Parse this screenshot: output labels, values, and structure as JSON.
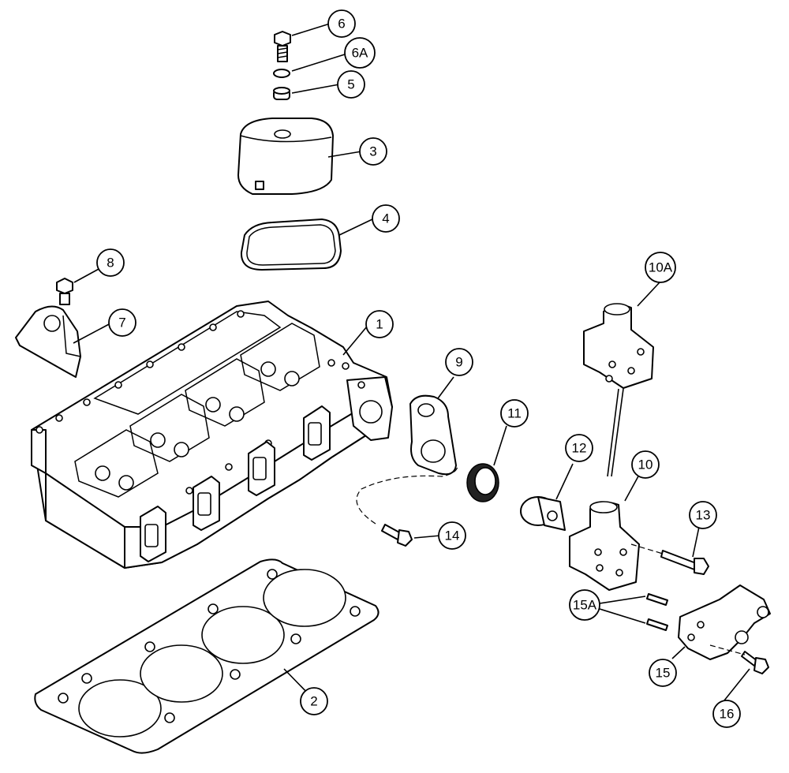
{
  "callouts": {
    "c1": "1",
    "c2": "2",
    "c3": "3",
    "c4": "4",
    "c5": "5",
    "c6": "6",
    "c6a": "6A",
    "c7": "7",
    "c8": "8",
    "c9": "9",
    "c10": "10",
    "c10a": "10A",
    "c11": "11",
    "c12": "12",
    "c13": "13",
    "c14": "14",
    "c15": "15",
    "c15a": "15A",
    "c16": "16"
  }
}
